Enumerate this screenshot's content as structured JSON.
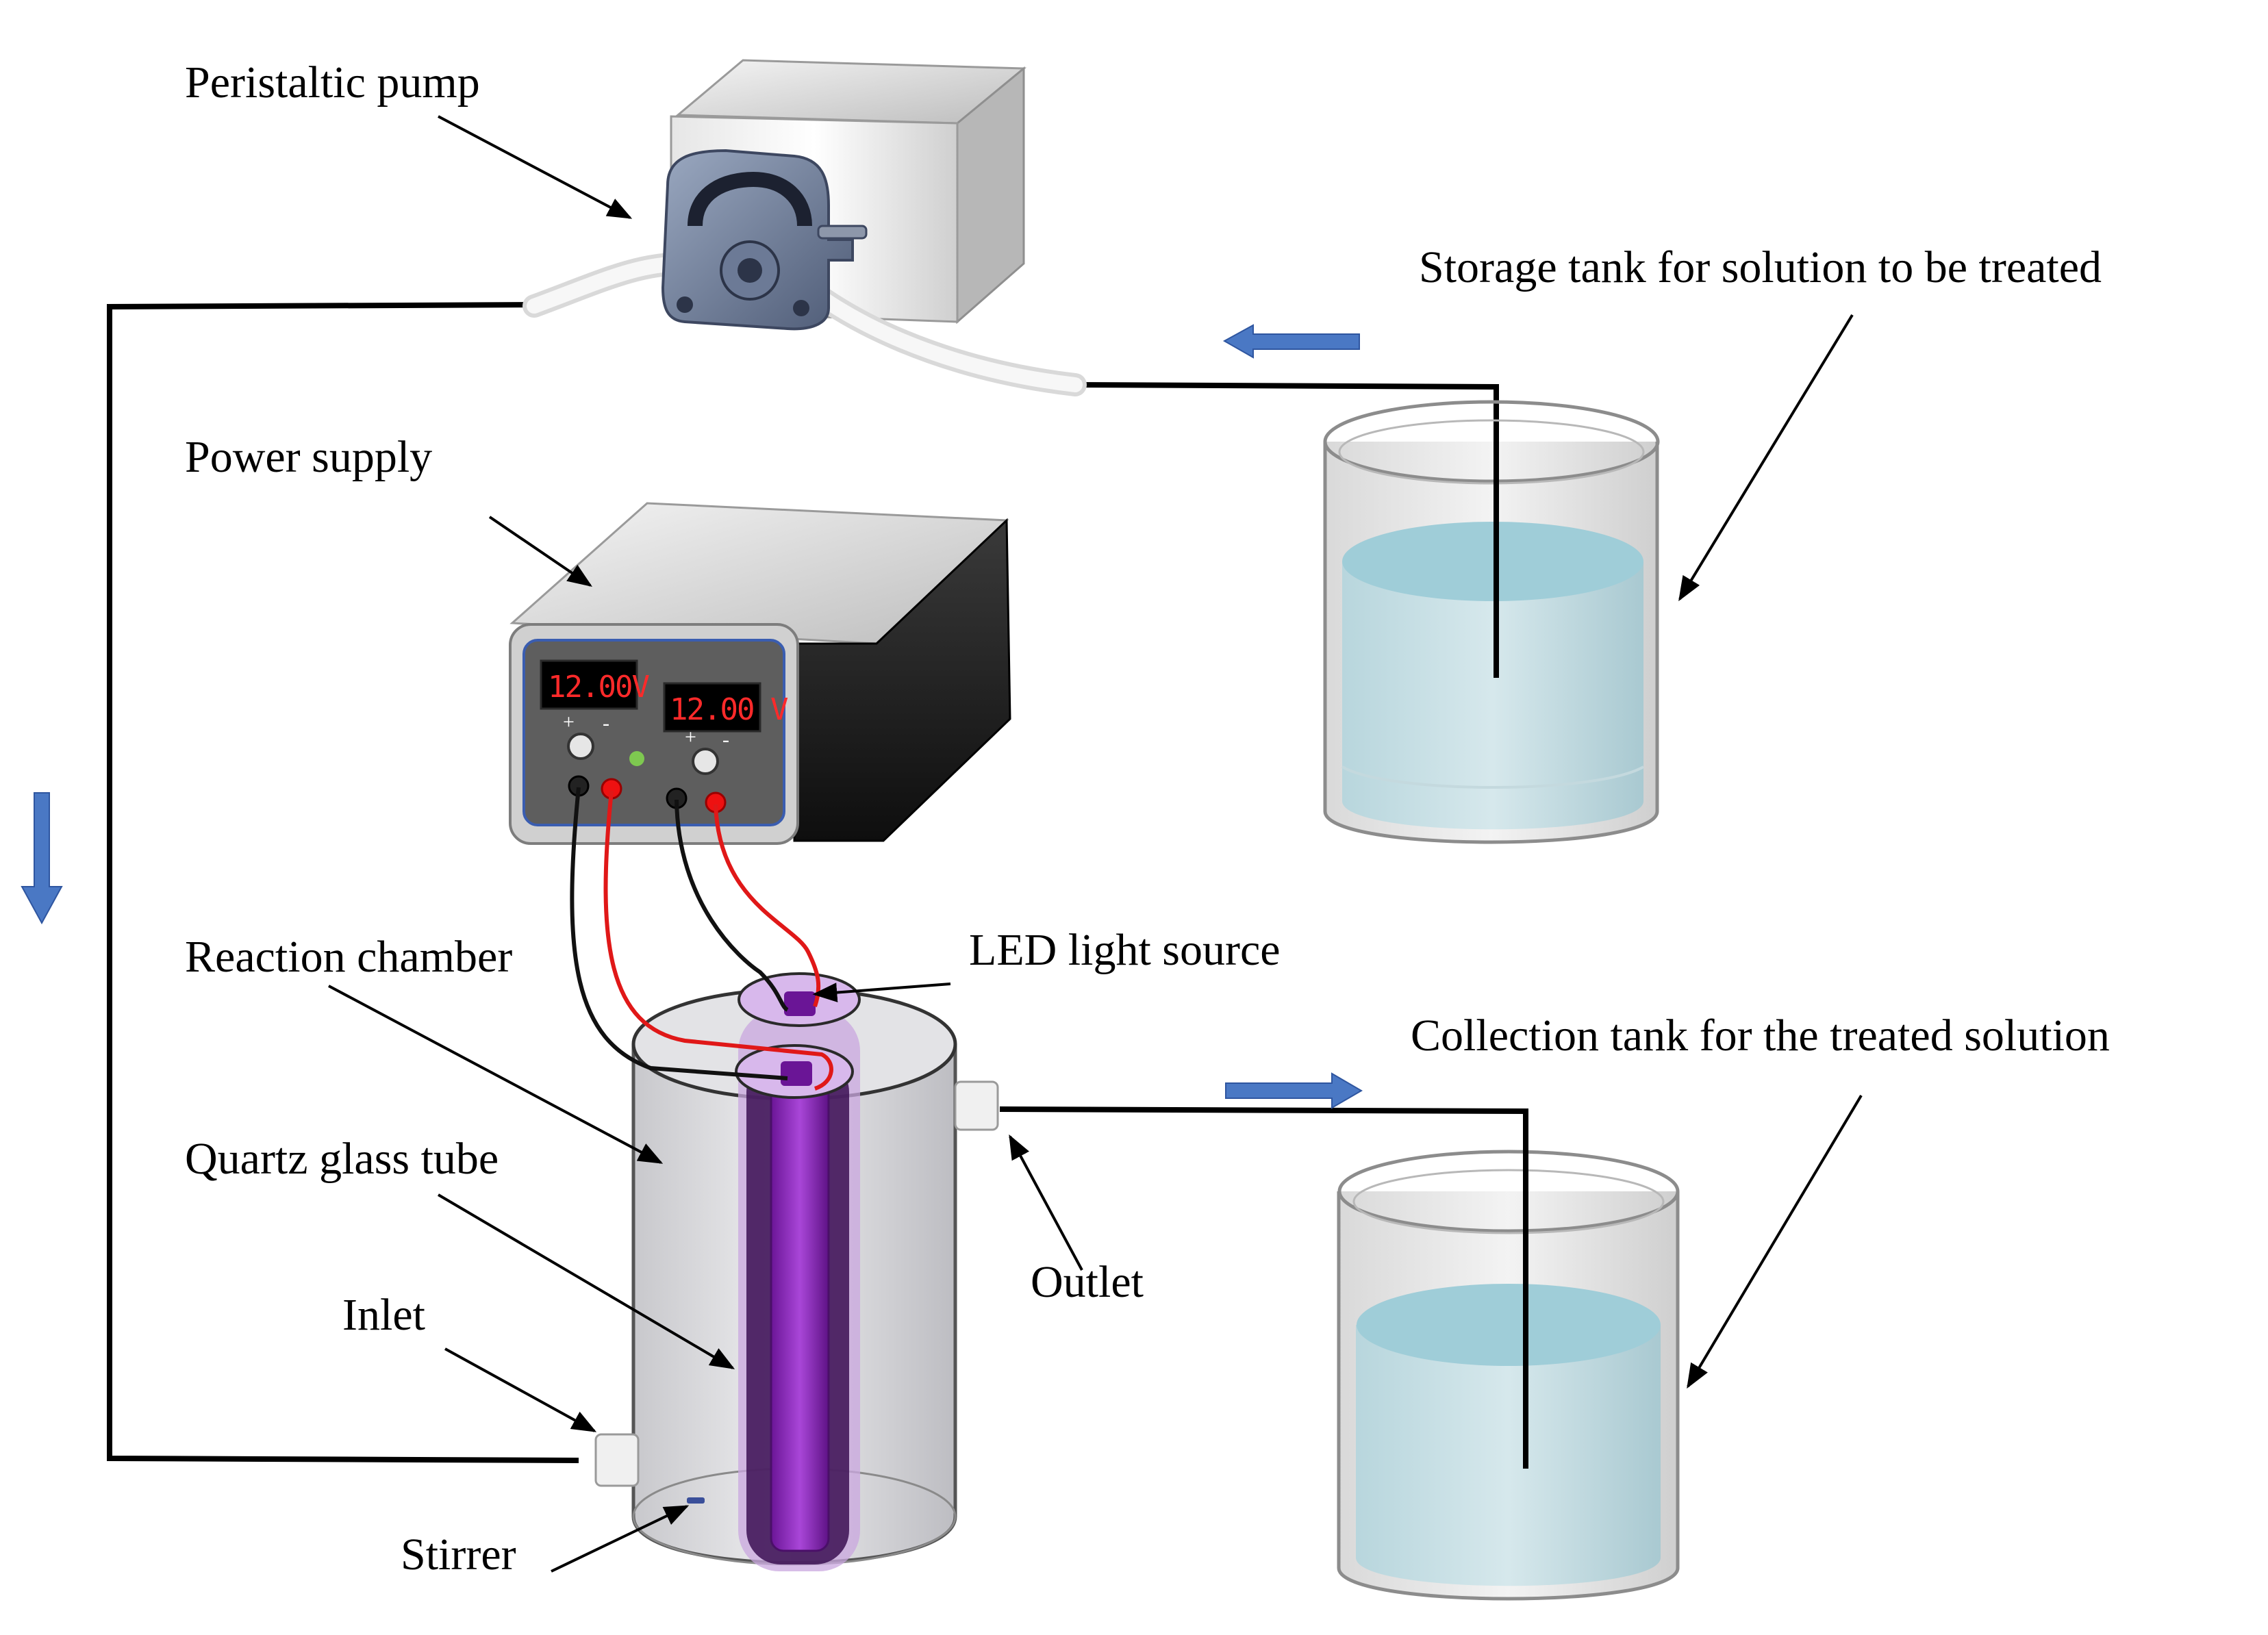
{
  "labels": {
    "peristaltic_pump": "Peristaltic pump",
    "storage_tank": "Storage tank for solution to be treated",
    "power_supply": "Power supply",
    "reaction_chamber": "Reaction chamber",
    "led_light_source": "LED light source",
    "collection_tank": "Collection tank for the treated solution",
    "quartz_glass_tube": "Quartz glass tube",
    "outlet": "Outlet",
    "inlet": "Inlet",
    "stirrer": "Stirrer"
  },
  "power_supply": {
    "display_left": "12.00V",
    "display_right": "12.00 V",
    "plus_sign": "+",
    "minus_sign": "-"
  },
  "colors": {
    "flow_arrow": "#4a78c4",
    "liquid": "#9fcdd8",
    "led": "#8a1fbf",
    "wire_red": "#e01818",
    "wire_black": "#111111",
    "display_text": "#ff2a2a"
  },
  "icons": {
    "flow_arrows": [
      "arrow-left-icon",
      "arrow-down-icon",
      "arrow-right-icon"
    ]
  }
}
